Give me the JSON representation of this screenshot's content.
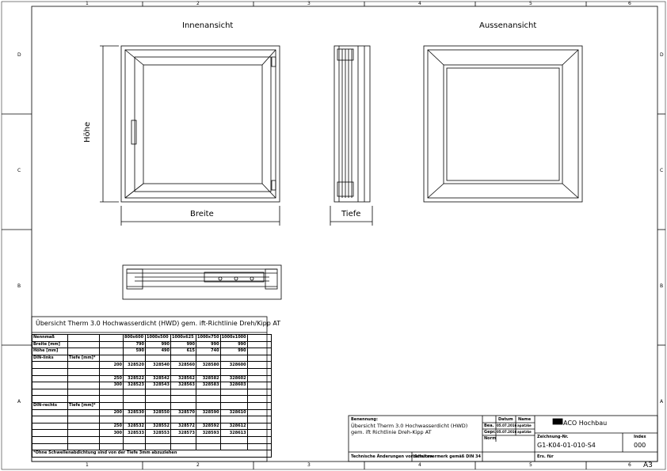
{
  "frame": {
    "columns": [
      "1",
      "2",
      "3",
      "4",
      "5",
      "6"
    ],
    "rows": [
      "D",
      "C",
      "B",
      "A"
    ],
    "sheet_size": "A3"
  },
  "views": {
    "inside_label": "Innenansicht",
    "outside_label": "Aussenansicht",
    "height_label": "Höhe",
    "width_label": "Breite",
    "depth_label": "Tiefe"
  },
  "overview": {
    "title": "Übersicht Therm 3.0 Hochwasserdicht (HWD) gem. ift-Richtlinie Dreh/Kipp AT",
    "nominal_label": "Nennmaß",
    "sizes": [
      "800x600",
      "1000x500",
      "1000x625",
      "1000x750",
      "1000x1000"
    ],
    "width_label": "Breite [mm]",
    "widths": [
      "790",
      "990",
      "990",
      "990",
      "990"
    ],
    "height_label": "Höhe [mm]",
    "heights": [
      "590",
      "490",
      "615",
      "740",
      "990"
    ],
    "depth_label": "Tiefe [mm]*",
    "groups": [
      {
        "name": "DIN-links",
        "rows": [
          {
            "depth": "200",
            "codes": [
              "328520",
              "328540",
              "328560",
              "328580",
              "328600"
            ]
          },
          {
            "depth": "250",
            "codes": [
              "328522",
              "328542",
              "328562",
              "328582",
              "328602"
            ]
          },
          {
            "depth": "300",
            "codes": [
              "328523",
              "328543",
              "328563",
              "328583",
              "328603"
            ]
          }
        ]
      },
      {
        "name": "DIN-rechts",
        "rows": [
          {
            "depth": "200",
            "codes": [
              "328530",
              "328550",
              "328570",
              "328590",
              "328610"
            ]
          },
          {
            "depth": "250",
            "codes": [
              "328532",
              "328552",
              "328572",
              "328592",
              "328612"
            ]
          },
          {
            "depth": "300",
            "codes": [
              "328533",
              "328553",
              "328573",
              "328593",
              "328613"
            ]
          }
        ]
      }
    ],
    "footnote": "*Ohne Schwellenabdichtung sind von der Tiefe 3mm abzuziehen"
  },
  "title_block": {
    "designation_label": "Benennung:",
    "designation_line1": "Übersicht Therm 3.0 Hochwasserdicht (HWD)",
    "designation_line2": " gem. ift Richtlinie Dreh-Kipp AT",
    "date_label": "Datum",
    "name_label": "Name",
    "drawn_label": "Bea.",
    "drawn_date": "05.07.2016",
    "drawn_name": "apatzke",
    "checked_label": "Gepr.",
    "checked_date": "05.07.2016",
    "checked_name": "apatzke",
    "norm_label": "Norm",
    "company": "ACO Hochbau",
    "drawing_no_label": "Zeichnung-Nr.",
    "drawing_no": "G1-K04-01-010-S4",
    "index_label": "Index",
    "index": "000",
    "changes_note": "Technische Änderungen vorbehalten",
    "protection_note": "Schutzvermerk gemäß DIN 34",
    "replaces_label": "Ers. für"
  }
}
